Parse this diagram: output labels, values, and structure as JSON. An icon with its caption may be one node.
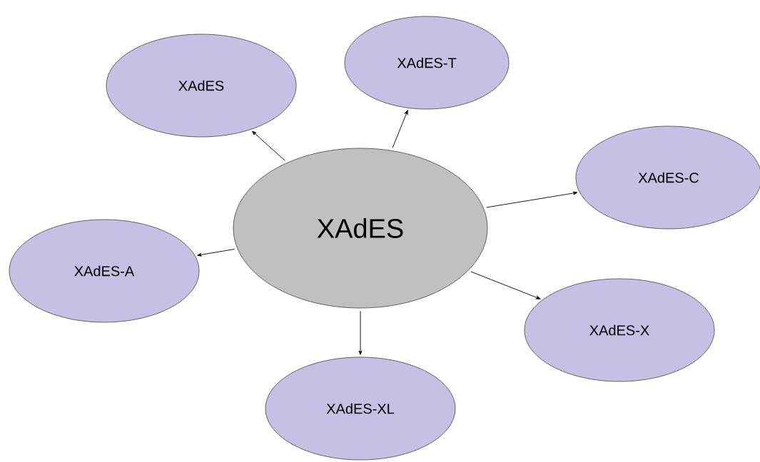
{
  "diagram": {
    "nodes": [
      {
        "text": [
          "XAdES"
        ]
      },
      {
        "text": [
          "XAdES-T"
        ]
      },
      {
        "text": [
          "XAdES-C"
        ]
      },
      {
        "text": [
          "XAdES"
        ]
      },
      {
        "text": [
          "XAdES-A"
        ]
      },
      {
        "text": [
          "XAdES-X"
        ]
      },
      {
        "text": [
          "XAdES-XL"
        ]
      }
    ],
    "edges": [
      {
        "from": 3,
        "to": 0,
        "arrow": "to"
      },
      {
        "from": 3,
        "to": 1,
        "arrow": "to"
      },
      {
        "from": 3,
        "to": 2,
        "arrow": "to"
      },
      {
        "from": 3,
        "to": 4,
        "arrow": "to"
      },
      {
        "from": 3,
        "to": 5,
        "arrow": "to"
      },
      {
        "from": 3,
        "to": 6,
        "arrow": "to"
      }
    ]
  }
}
